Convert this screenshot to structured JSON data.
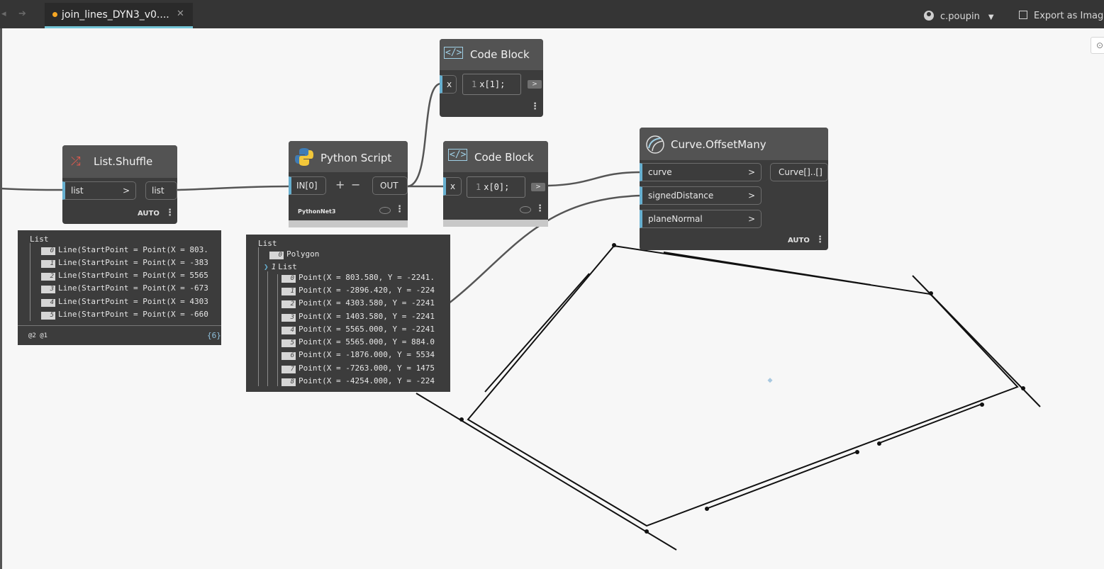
{
  "tab": {
    "filename": "join_lines_DYN3_v0....",
    "close": "✕"
  },
  "nav": {
    "back_icon": "arrow-left-icon",
    "forward_icon": "arrow-right-icon"
  },
  "user": {
    "name": "c.poupin",
    "caret": "▼",
    "icon": "user-icon"
  },
  "export": {
    "label": "Export as Image",
    "icon": "image-export-icon"
  },
  "zoom_fit": {
    "icon": "zoom-fit-icon",
    "glyph": "⊙"
  },
  "colors": {
    "accent": "#67b0d0",
    "tab_dot": "#f5a623",
    "node_body": "#3c3c3c",
    "node_header": "#535353",
    "canvas": "#f7f7f7"
  },
  "nodes": {
    "shuffle": {
      "title": "List.Shuffle",
      "icon": "shuffle-icon",
      "input": "list",
      "input_arrow": ">",
      "output": "list",
      "lacing": "AUTO",
      "menu": "⋮"
    },
    "python": {
      "title": "Python Script",
      "icon": "python-icon",
      "input": "IN[0]",
      "add": "+",
      "remove": "−",
      "output": "OUT",
      "engine": "PythonNet3",
      "menu": "⋮"
    },
    "code_top": {
      "title": "Code Block",
      "icon": "code-block-icon",
      "input": "x",
      "line_no": "1",
      "code": "x[1];",
      "out_btn": ">",
      "menu": "⋮"
    },
    "code_mid": {
      "title": "Code Block",
      "icon": "code-block-icon",
      "input": "x",
      "line_no": "1",
      "code": "x[0];",
      "out_btn": ">",
      "menu": "⋮"
    },
    "offset": {
      "title": "Curve.OffsetMany",
      "icon": "curve-offset-icon",
      "inputs": [
        "curve",
        "signedDistance",
        "planeNormal"
      ],
      "input_arrow": ">",
      "output": "Curve[]..[]",
      "lacing": "AUTO",
      "menu": "⋮"
    }
  },
  "shuffle_preview": {
    "header": "List",
    "items": [
      {
        "i": "0",
        "text": "Line(StartPoint = Point(X = 803."
      },
      {
        "i": "1",
        "text": "Line(StartPoint = Point(X = -383"
      },
      {
        "i": "2",
        "text": "Line(StartPoint = Point(X = 5565"
      },
      {
        "i": "3",
        "text": "Line(StartPoint = Point(X = -673"
      },
      {
        "i": "4",
        "text": "Line(StartPoint = Point(X = 4303"
      },
      {
        "i": "5",
        "text": "Line(StartPoint = Point(X = -660"
      }
    ],
    "levels": "@2 @1",
    "count": "{6}"
  },
  "python_preview": {
    "header": "List",
    "item0": {
      "i": "0",
      "text": "Polygon"
    },
    "sublist": {
      "i": "1",
      "text": "List",
      "chevron": "❯"
    },
    "items": [
      {
        "i": "0",
        "text": "Point(X = 803.580, Y = -2241."
      },
      {
        "i": "1",
        "text": "Point(X = -2896.420, Y = -224"
      },
      {
        "i": "2",
        "text": "Point(X = 4303.580, Y = -2241"
      },
      {
        "i": "3",
        "text": "Point(X = 1403.580, Y = -2241"
      },
      {
        "i": "4",
        "text": "Point(X = 5565.000, Y = -2241"
      },
      {
        "i": "5",
        "text": "Point(X = 5565.000, Y = 884.0"
      },
      {
        "i": "6",
        "text": "Point(X = -1876.000, Y = 5534"
      },
      {
        "i": "7",
        "text": "Point(X = -7263.000, Y = 1475"
      },
      {
        "i": "8",
        "text": "Point(X = -4254.000, Y = -224"
      }
    ]
  }
}
